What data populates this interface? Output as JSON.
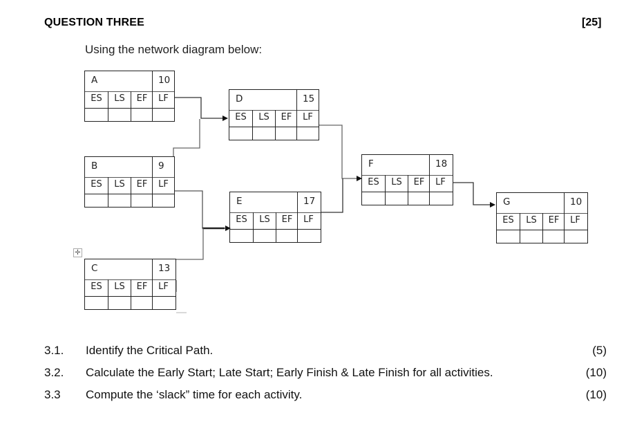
{
  "header": {
    "title": "QUESTION THREE",
    "total_marks": "[25]",
    "intro": "Using the network diagram below:"
  },
  "diagram": {
    "field_labels": [
      "ES",
      "LS",
      "EF",
      "LF"
    ],
    "activities": [
      {
        "name": "A",
        "duration": "10"
      },
      {
        "name": "B",
        "duration": "9"
      },
      {
        "name": "C",
        "duration": "13"
      },
      {
        "name": "D",
        "duration": "15"
      },
      {
        "name": "E",
        "duration": "17"
      },
      {
        "name": "F",
        "duration": "18"
      },
      {
        "name": "G",
        "duration": "10"
      }
    ],
    "edges": [
      {
        "from": "A",
        "to": "D"
      },
      {
        "from": "B",
        "to": "D"
      },
      {
        "from": "B",
        "to": "E"
      },
      {
        "from": "C",
        "to": "E"
      },
      {
        "from": "D",
        "to": "F"
      },
      {
        "from": "E",
        "to": "F"
      },
      {
        "from": "F",
        "to": "G"
      }
    ],
    "move_handle_icon": "move-cross-icon"
  },
  "questions": [
    {
      "number": "3.1.",
      "text": "Identify the Critical Path.",
      "marks": "(5)"
    },
    {
      "number": "3.2.",
      "text": "Calculate the Early Start; Late Start; Early Finish & Late Finish for all activities.",
      "marks": "(10)"
    },
    {
      "number": "3.3",
      "text": "Compute the ‘slack” time for each activity.",
      "marks": "(10)"
    }
  ]
}
